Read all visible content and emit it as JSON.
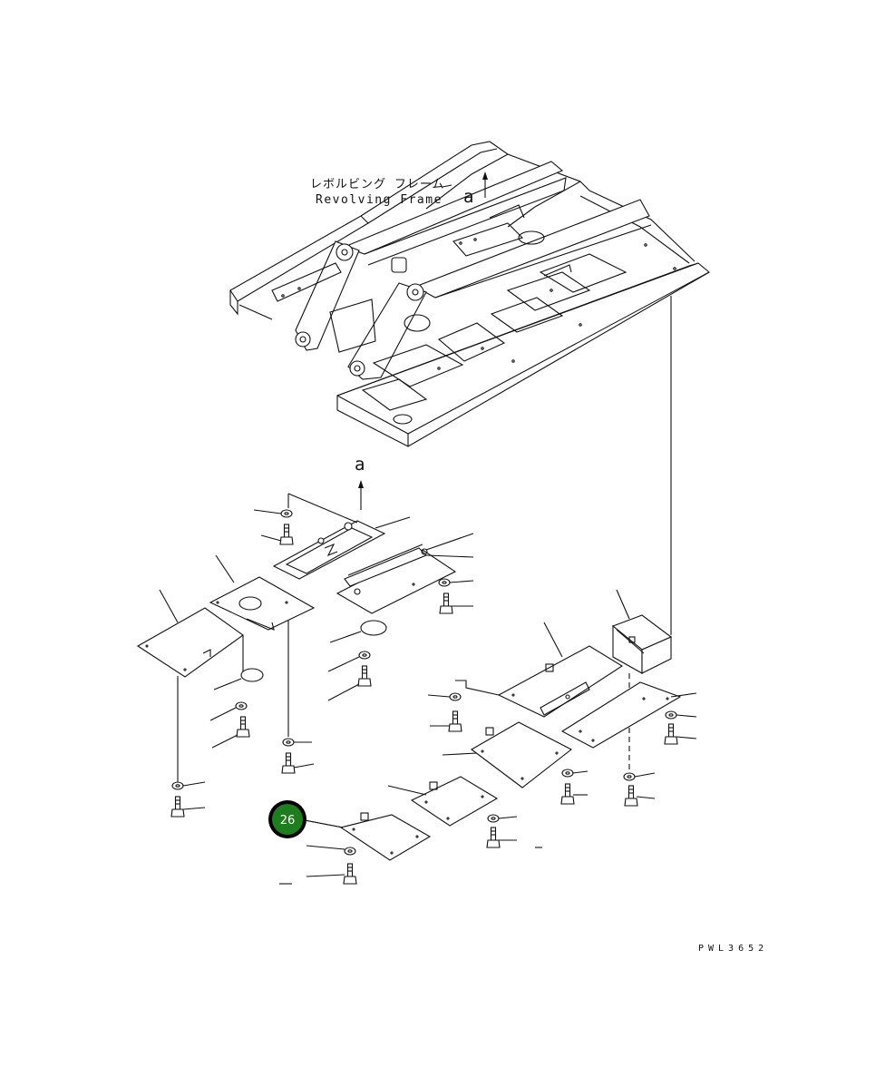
{
  "frame_label_jp": "レボルビング フレーム",
  "frame_label_en": "Revolving Frame",
  "view_marker_top": "a",
  "view_marker_bottom": "a",
  "callout": {
    "number": "26",
    "color": "#1e7d1e",
    "ring_color": "#000000"
  },
  "drawing_code": "PWL3652",
  "icons": [
    "bolt-icon",
    "washer-icon",
    "arrow-up-icon"
  ]
}
